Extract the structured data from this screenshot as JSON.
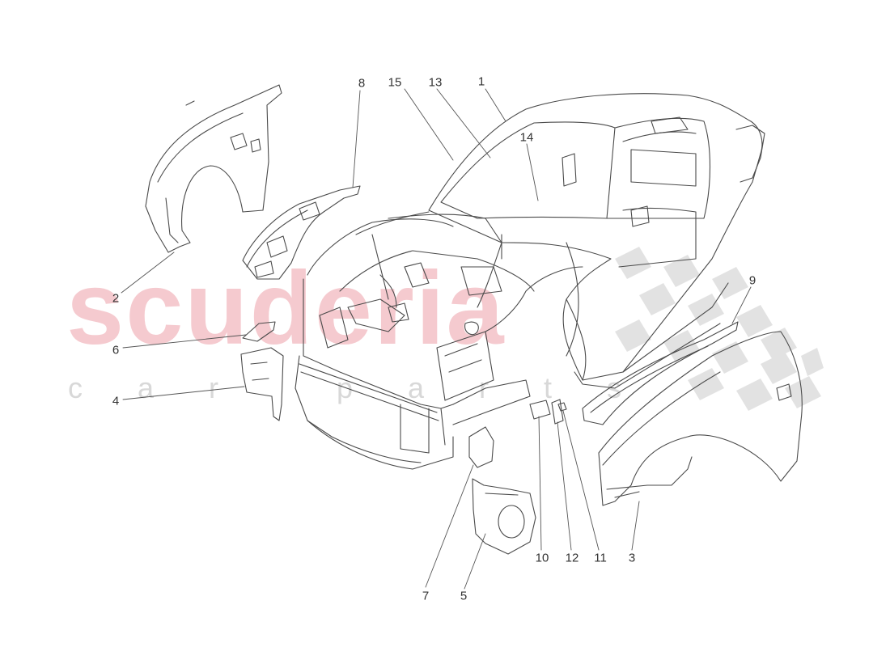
{
  "watermark": {
    "brand": "scuderia",
    "subtitle": "car parts",
    "brand_color": "#f2b7bd",
    "checker_color": "#d9d9d9"
  },
  "callouts": [
    {
      "id": "1",
      "label": "1"
    },
    {
      "id": "2",
      "label": "2"
    },
    {
      "id": "3",
      "label": "3"
    },
    {
      "id": "4",
      "label": "4"
    },
    {
      "id": "5",
      "label": "5"
    },
    {
      "id": "6",
      "label": "6"
    },
    {
      "id": "7",
      "label": "7"
    },
    {
      "id": "8",
      "label": "8"
    },
    {
      "id": "9",
      "label": "9"
    },
    {
      "id": "10",
      "label": "10"
    },
    {
      "id": "11",
      "label": "11"
    },
    {
      "id": "12",
      "label": "12"
    },
    {
      "id": "13",
      "label": "13"
    },
    {
      "id": "14",
      "label": "14"
    },
    {
      "id": "15",
      "label": "15"
    }
  ]
}
